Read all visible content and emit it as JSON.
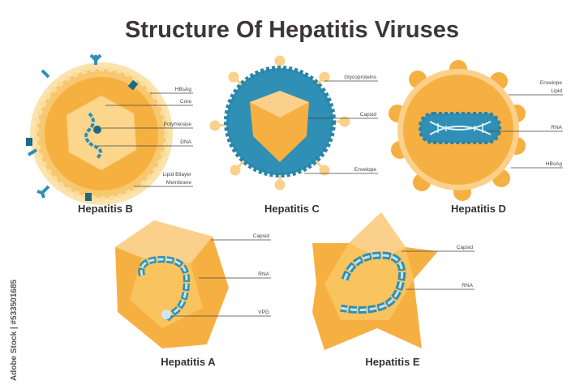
{
  "title": "Structure Of Hepatitis Viruses",
  "viruses": {
    "b": {
      "name": "Hepatitis B",
      "labels": [
        "HBsAg",
        "Core",
        "Polymerase",
        "DNA",
        "Lipid Bilayer",
        "Membrane"
      ]
    },
    "c": {
      "name": "Hepatitis C",
      "labels": [
        "Glycoproteins",
        "Capsid",
        "Envelope"
      ]
    },
    "d": {
      "name": "Hepatitis D",
      "labels": [
        "Envelope",
        "Lipid",
        "RNA",
        "HBsAg"
      ]
    },
    "a": {
      "name": "Hepatitis A",
      "labels": [
        "Capsid",
        "RNA",
        "VPG"
      ]
    },
    "e": {
      "name": "Hepatitis E",
      "labels": [
        "Capsid",
        "RNA"
      ]
    }
  },
  "watermark": "Adobe Stock | #533501685",
  "colors": {
    "orange": "#f6b042",
    "light_orange": "#fcd27e",
    "blue": "#2f8fb5",
    "dark_teal": "#1d6a86"
  }
}
